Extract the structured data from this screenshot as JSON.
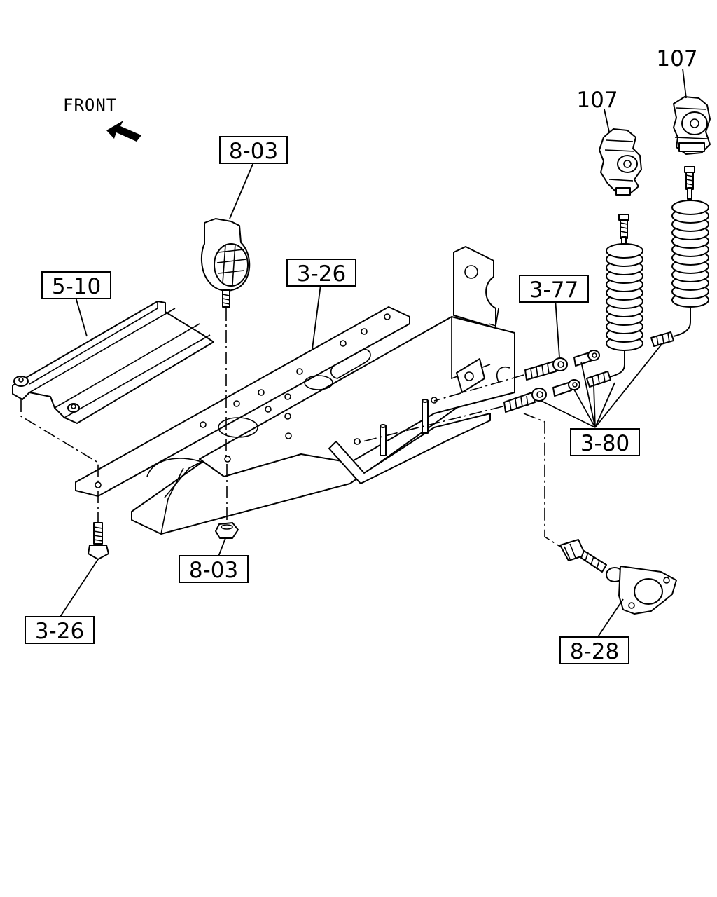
{
  "orientation": {
    "front_label": "FRONT"
  },
  "callouts": {
    "clip_top": "8-03",
    "cover": "5-10",
    "bracket": "3-26",
    "bolt_left": "3-26",
    "nut": "8-03",
    "bolt_upper": "3-77",
    "fittings": "3-80",
    "coupling_head_left": "107",
    "coupling_head_right": "107",
    "socket": "8-28"
  },
  "icons": {
    "front_arrow": "arrow-up-left-icon"
  }
}
